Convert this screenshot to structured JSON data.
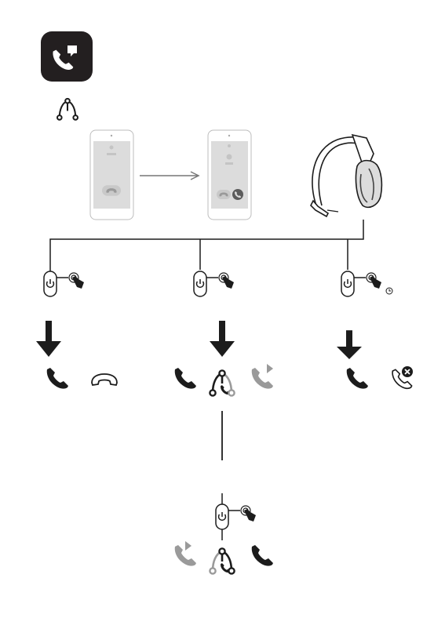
{
  "page": {
    "title_icon": "phone-message-icon",
    "multi_call_icon": "call-merge-icon"
  },
  "phones": [
    {
      "name": "incoming-call-phone",
      "icon": "hang-up-icon"
    },
    {
      "name": "call-waiting-phone",
      "icons": [
        "hang-up-icon",
        "answer-icon"
      ]
    }
  ],
  "headset": {
    "icon": "headset-icon"
  },
  "actions": [
    {
      "name": "press",
      "icons": [
        "power-button-icon",
        "tap-finger-icon"
      ],
      "result_icons": [
        "phone-icon",
        "hang-up-icon"
      ]
    },
    {
      "name": "press",
      "icons": [
        "power-button-icon",
        "tap-finger-icon"
      ],
      "result_icons": [
        "phone-icon",
        "call-merge-icon",
        "forwarded-call-icon"
      ]
    },
    {
      "name": "press-and-hold",
      "icons": [
        "power-button-icon",
        "tap-finger-icon",
        "timer-icon"
      ],
      "result_icons": [
        "phone-icon",
        "call-rejected-icon"
      ]
    }
  ],
  "bottom_action": {
    "icons": [
      "power-button-icon",
      "tap-finger-icon"
    ],
    "result_icons": [
      "forwarded-call-icon",
      "call-merge-icon",
      "phone-icon"
    ]
  },
  "colors": {
    "ink": "#1c1c1c",
    "grey": "#9a9a9a",
    "tile": "#231f20",
    "screen": "#d9d9d9"
  }
}
